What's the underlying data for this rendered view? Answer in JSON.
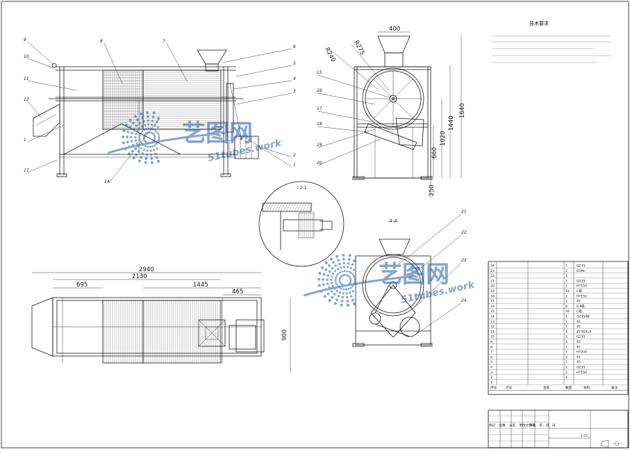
{
  "dims": {
    "d400": "400",
    "r240": "R240",
    "r275": "R275",
    "d1640": "1640",
    "d1440": "1440",
    "d1020": "1020",
    "d660": "660",
    "d250": "250",
    "d2940": "2940",
    "d2130": "2130",
    "d695": "695",
    "d1445": "1445",
    "d465": "465",
    "d900": "900"
  },
  "section_labels": {
    "aa": "A-A",
    "i": "I 2:1"
  },
  "balloons_front": [
    "9",
    "10",
    "11",
    "12",
    "1",
    "17",
    "8",
    "7",
    "14",
    "6",
    "5",
    "4",
    "3",
    "2",
    "1"
  ],
  "balloons_side": [
    "15",
    "16",
    "17",
    "18",
    "19",
    "20"
  ],
  "balloons_section": [
    "21",
    "22",
    "23",
    "24"
  ],
  "bom": {
    "rows": [
      {
        "no": "24",
        "code": "",
        "name": "",
        "qty": "1",
        "mat": "Q235"
      },
      {
        "no": "23",
        "code": "",
        "name": "",
        "qty": "2",
        "mat": "65Mn"
      },
      {
        "no": "22",
        "code": "",
        "name": "",
        "qty": "1",
        "mat": ""
      },
      {
        "no": "21",
        "code": "",
        "name": "",
        "qty": "1",
        "mat": "Q235"
      },
      {
        "no": "20",
        "code": "",
        "name": "",
        "qty": "2",
        "mat": "HT150"
      },
      {
        "no": "19",
        "code": "",
        "name": "",
        "qty": "12",
        "mat": "C级"
      },
      {
        "no": "18",
        "code": "",
        "name": "",
        "qty": "2",
        "mat": "HT150"
      },
      {
        "no": "17",
        "code": "",
        "name": "",
        "qty": "1",
        "mat": "45"
      },
      {
        "no": "16",
        "code": "",
        "name": "",
        "qty": "8",
        "mat": "8.8级"
      },
      {
        "no": "15",
        "code": "",
        "name": "",
        "qty": "16",
        "mat": "C级"
      },
      {
        "no": "14",
        "code": "",
        "name": "",
        "qty": "1",
        "mat": "Q235/铜"
      },
      {
        "no": "13",
        "code": "",
        "name": "",
        "qty": "1",
        "mat": "45"
      },
      {
        "no": "12",
        "code": "",
        "name": "",
        "qty": "1",
        "mat": "45"
      },
      {
        "no": "11",
        "code": "",
        "name": "",
        "qty": "1",
        "mat": "ZY3Q419"
      },
      {
        "no": "10",
        "code": "",
        "name": "",
        "qty": "1",
        "mat": "Q235"
      },
      {
        "no": "9",
        "code": "",
        "name": "",
        "qty": "1",
        "mat": "45"
      },
      {
        "no": "8",
        "code": "",
        "name": "",
        "qty": "1",
        "mat": "45"
      },
      {
        "no": "7",
        "code": "",
        "name": "",
        "qty": "1",
        "mat": "HT200"
      },
      {
        "no": "6",
        "code": "",
        "name": "",
        "qty": "2",
        "mat": "45"
      },
      {
        "no": "5",
        "code": "",
        "name": "",
        "qty": "1",
        "mat": "45"
      },
      {
        "no": "4",
        "code": "",
        "name": "",
        "qty": "1",
        "mat": "Q235"
      },
      {
        "no": "3",
        "code": "",
        "name": "",
        "qty": "2",
        "mat": "HT150"
      },
      {
        "no": "2",
        "code": "",
        "name": "",
        "qty": "1",
        "mat": ""
      },
      {
        "no": "1",
        "code": "",
        "name": "",
        "qty": "",
        "mat": ""
      }
    ],
    "header": {
      "no": "序号",
      "code": "代号",
      "name": "名称",
      "qty": "数量",
      "mat": "材料",
      "note": "备注"
    },
    "side_notes": [
      "",
      ""
    ]
  },
  "title_block": {
    "drawing_title": "",
    "scale": "1:15",
    "sheet": "",
    "labels": [
      "标记",
      "处数",
      "分区",
      "更改文件号",
      "签名",
      "年、月、日"
    ]
  },
  "tech_req_title": "技术要求",
  "watermark": {
    "brand": "艺图网",
    "url": "51tubes.work",
    "color": "#1e5aa8"
  }
}
